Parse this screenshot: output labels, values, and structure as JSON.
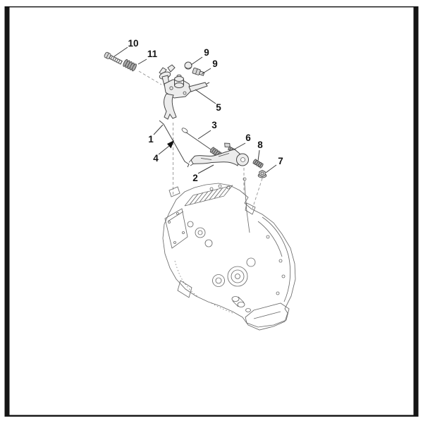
{
  "page": {
    "background": "#ffffff",
    "frame_color": "#151515"
  },
  "diagram": {
    "type": "exploded-parts-diagram",
    "subject": "transmission-shift-control",
    "colors": {
      "line": "#474747",
      "dash": "#949494",
      "metal_light": "#ececec",
      "metal_dark": "#a9a9a9",
      "label": "#141414"
    },
    "callouts": [
      {
        "number": "10",
        "part": "hex-bolt"
      },
      {
        "number": "11",
        "part": "compression-spring"
      },
      {
        "number": "9",
        "part": "cap"
      },
      {
        "number": "9",
        "part": "flange-bolt"
      },
      {
        "number": "5",
        "part": "shift-lever-assembly"
      },
      {
        "number": "3",
        "part": "spring-link-rod"
      },
      {
        "number": "1",
        "part": "link-rod"
      },
      {
        "number": "4",
        "part": "direction-arrow"
      },
      {
        "number": "6",
        "part": "pivot-screw"
      },
      {
        "number": "8",
        "part": "small-spring"
      },
      {
        "number": "7",
        "part": "flange-nut"
      },
      {
        "number": "2",
        "part": "shift-arm"
      }
    ]
  }
}
